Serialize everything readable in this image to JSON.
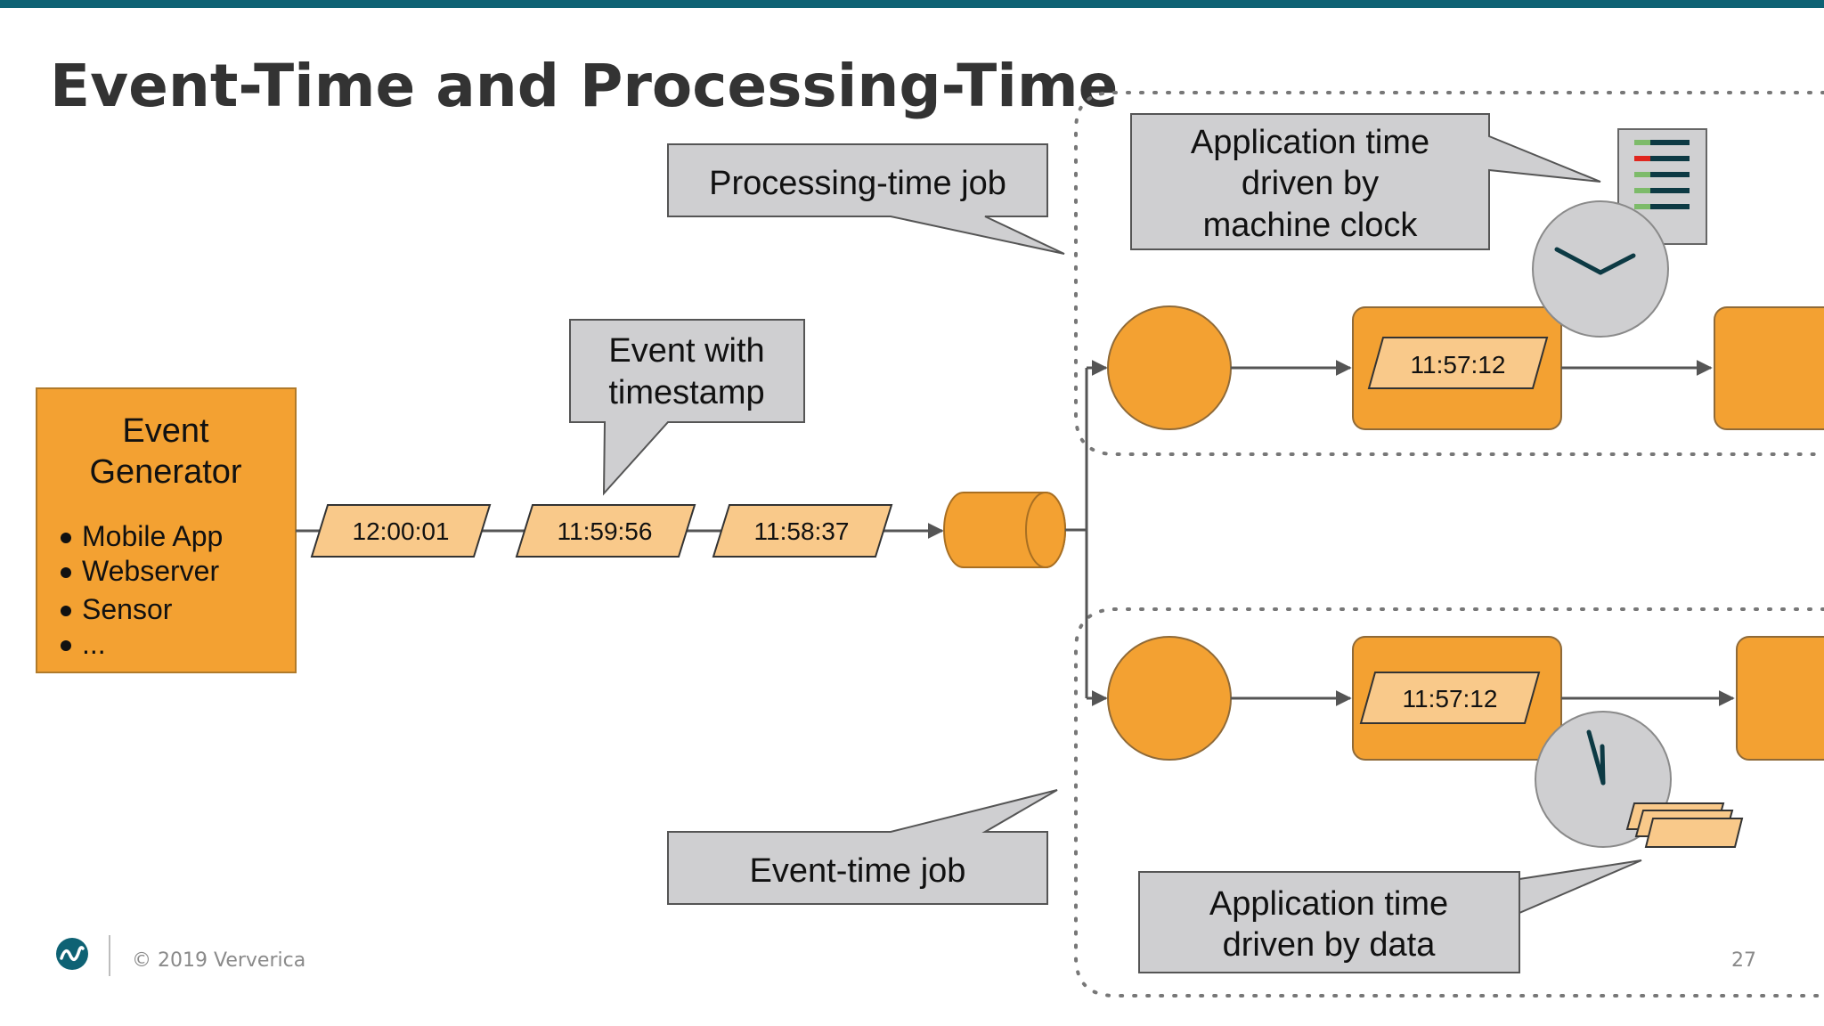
{
  "slide": {
    "title": "Event-Time and Processing-Time",
    "footer": {
      "copyright": "© 2019 Ververica",
      "page_number": "27"
    }
  },
  "generator": {
    "title_line1": "Event",
    "title_line2": "Generator",
    "bullets": [
      "Mobile App",
      "Webserver",
      "Sensor",
      "..."
    ]
  },
  "events": [
    "12:00:01",
    "11:59:56",
    "11:58:37"
  ],
  "callouts": {
    "event_with_timestamp": [
      "Event with",
      "timestamp"
    ],
    "processing_time_job": "Processing-time job",
    "event_time_job": "Event-time job",
    "app_time_clock": [
      "Application time",
      "driven by",
      "machine clock"
    ],
    "app_time_data": [
      "Application time",
      "driven by data"
    ]
  },
  "jobs": {
    "processing_time": {
      "event_time": "11:57:12"
    },
    "event_time": {
      "event_time": "11:57:12"
    }
  },
  "colors": {
    "orange": "#f3a132",
    "light_orange": "#f9c98a",
    "callout_gray": "#cfcfd1",
    "brand_teal": "#0e6274"
  }
}
